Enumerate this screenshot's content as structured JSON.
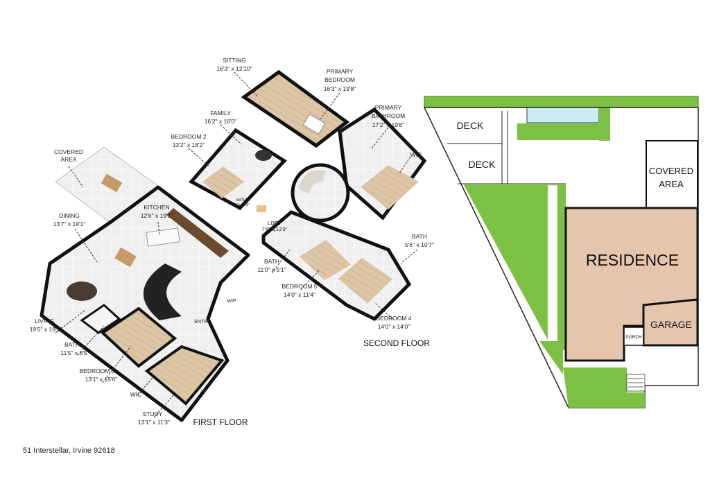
{
  "address": "51 Interstellar, Irvine 92618",
  "first_floor": {
    "title": "FIRST FLOOR",
    "rooms": [
      {
        "id": "covered-area",
        "name": "COVERED\nAREA",
        "dims": ""
      },
      {
        "id": "dining",
        "name": "DINING",
        "dims": "13'7\" x 19'1\""
      },
      {
        "id": "kitchen",
        "name": "KITCHEN",
        "dims": "12'6\" x 19'1\""
      },
      {
        "id": "living",
        "name": "LIVING",
        "dims": "19'5\" x 19'1\""
      },
      {
        "id": "bath",
        "name": "BATH",
        "dims": "11'5\" x 6'5\""
      },
      {
        "id": "bedroom-3",
        "name": "BEDROOM 3",
        "dims": "13'1\" x 15'6\""
      },
      {
        "id": "wic",
        "name": "WIC",
        "dims": ""
      },
      {
        "id": "study",
        "name": "STUDY",
        "dims": "13'1\" x 11'3\""
      },
      {
        "id": "entry",
        "name": "ENTRY",
        "dims": ""
      },
      {
        "id": "wip",
        "name": "WIP",
        "dims": ""
      }
    ]
  },
  "second_floor": {
    "title": "SECOND FLOOR",
    "rooms": [
      {
        "id": "sitting",
        "name": "SITTING",
        "dims": "16'3\" x 12'10\""
      },
      {
        "id": "primary-bedroom",
        "name": "PRIMARY\nBEDROOM",
        "dims": "16'3\" x 19'8\""
      },
      {
        "id": "family",
        "name": "FAMILY",
        "dims": "16'2\" x 16'0\""
      },
      {
        "id": "primary-bathroom",
        "name": "PRIMARY\nBATHROOM",
        "dims": "17'2\" x 19'6\""
      },
      {
        "id": "bedroom-2",
        "name": "BEDROOM 2",
        "dims": "13'2\" x 18'2\""
      },
      {
        "id": "wic2",
        "name": "WIC",
        "dims": ""
      },
      {
        "id": "bath-small",
        "name": "BATH",
        "dims": "5'x 15'6\""
      },
      {
        "id": "ldry",
        "name": "LDRY",
        "dims": "7'8\" x 13'9\""
      },
      {
        "id": "bath-2",
        "name": "BATH",
        "dims": "5'6\" x 10'7\""
      },
      {
        "id": "bath-3",
        "name": "BATH",
        "dims": "11'0\" x 5'1\""
      },
      {
        "id": "bedroom-5",
        "name": "BEDROOM 5",
        "dims": "14'0\" x 11'4\""
      },
      {
        "id": "bedroom-4",
        "name": "BEDROOM 4",
        "dims": "14'0\" x 14'0\""
      }
    ]
  },
  "site_plan": {
    "residence": "RESIDENCE",
    "garage": "GARAGE",
    "covered_area": "COVERED\nAREA",
    "deck_1": "DECK",
    "deck_2": "DECK",
    "porch": "PORCH"
  },
  "colors": {
    "wall": "#111111",
    "floor_tile": "#efefef",
    "wood": "#d8c3a5",
    "lawn": "#7cc144",
    "residence": "#e5c6ad",
    "pool": "#c9ecf7"
  }
}
